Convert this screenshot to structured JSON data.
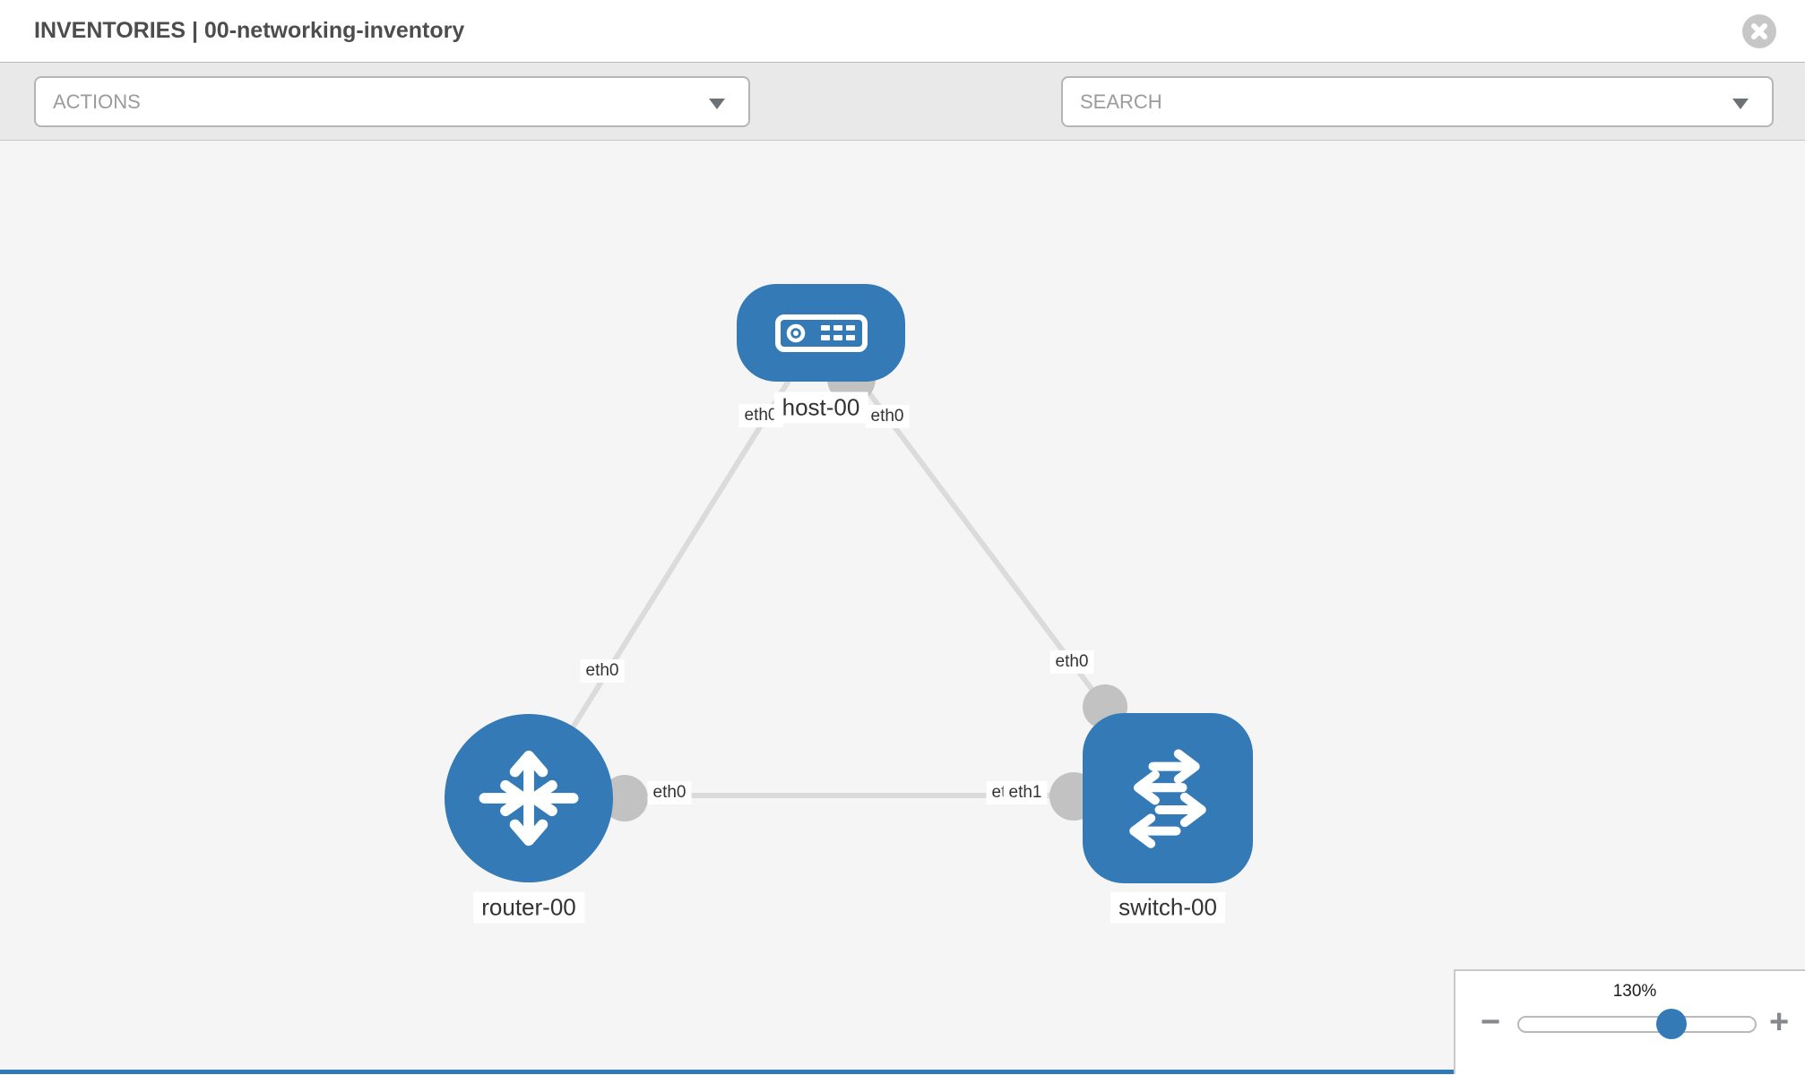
{
  "header": {
    "title": "INVENTORIES | 00-networking-inventory"
  },
  "toolbar": {
    "actions_label": "ACTIONS",
    "search_label": "SEARCH"
  },
  "topology": {
    "nodes": [
      {
        "id": "host-00",
        "type": "host",
        "label": "host-00"
      },
      {
        "id": "router-00",
        "type": "router",
        "label": "router-00"
      },
      {
        "id": "switch-00",
        "type": "switch",
        "label": "switch-00"
      }
    ],
    "links": [
      {
        "from": "host-00",
        "to": "router-00",
        "from_label": "eth0",
        "to_label": "eth0"
      },
      {
        "from": "host-00",
        "to": "switch-00",
        "from_label": "eth0",
        "to_label": "eth0"
      },
      {
        "from": "router-00",
        "to": "switch-00",
        "from_label": "eth0",
        "to_label": "eth1",
        "to_label_overlapped": "eth0"
      }
    ]
  },
  "zoom_control": {
    "level": "130%",
    "percent": 130,
    "minus_label": "−",
    "plus_label": "+"
  },
  "colors": {
    "node_blue": "#337ab7",
    "link_gray": "#dbdbdb",
    "connector_gray": "#c2c2c2",
    "canvas_bg": "#f5f5f5",
    "toolbar_bg": "#e9e9e9",
    "close_icon_gray": "#c7c7c7",
    "footer_strip_blue": "#3179b5"
  }
}
